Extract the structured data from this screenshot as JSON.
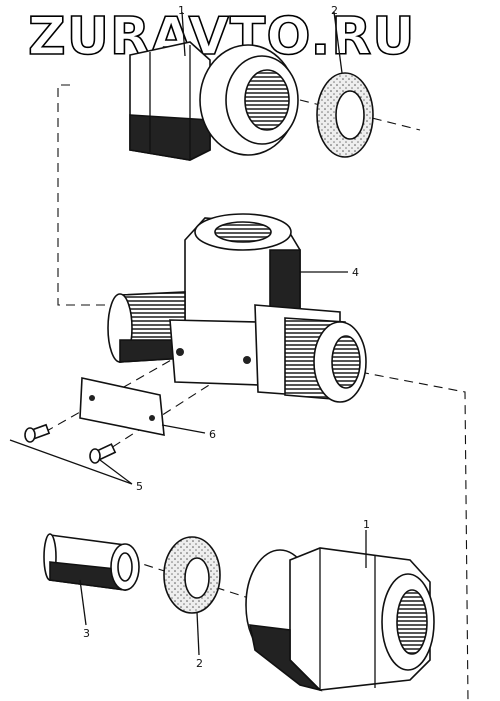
{
  "watermark": "ZURAVTO.RU",
  "callouts": {
    "nut_top": "1",
    "ring_top": "2",
    "tee": "4",
    "plate": "6",
    "screws": "5",
    "bushing": "3",
    "ring_bottom": "2",
    "nut_bottom": "1"
  }
}
